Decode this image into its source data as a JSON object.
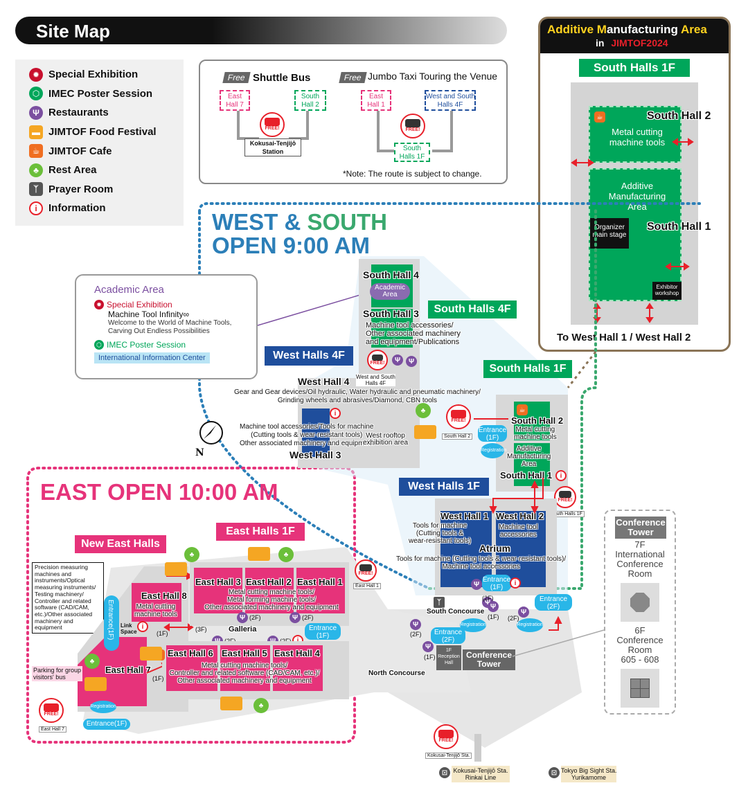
{
  "title": "Site Map",
  "legend": [
    {
      "label": "Special Exhibition",
      "icon": "special-exhibition-icon",
      "color": "#c8102e"
    },
    {
      "label": "IMEC Poster Session",
      "icon": "imec-poster-icon",
      "color": "#00a65a"
    },
    {
      "label": "Restaurants",
      "icon": "restaurant-icon",
      "color": "#7b4fa0"
    },
    {
      "label": "JIMTOF Food Festival",
      "icon": "food-truck-icon",
      "color": "#f5a623"
    },
    {
      "label": "JIMTOF Cafe",
      "icon": "cafe-icon",
      "color": "#f06e21"
    },
    {
      "label": "Rest Area",
      "icon": "rest-area-icon",
      "color": "#6bbf3a"
    },
    {
      "label": "Prayer Room",
      "icon": "prayer-room-icon",
      "color": "#555555"
    },
    {
      "label": "Information",
      "icon": "information-icon",
      "color": "#e8202a"
    }
  ],
  "shuttle": {
    "free": "Free",
    "bus_title": "Shuttle Bus",
    "taxi_title": "Jumbo Taxi Touring the Venue",
    "east_hall7": "East\nHall 7",
    "south_hall2": "South\nHall 2",
    "station": "Kokusai-Tenjijō\nStation",
    "taxi_east_hall1": "East\nHall 1",
    "taxi_west_south": "West and South\nHalls 4F",
    "taxi_south_1f": "South\nHalls 1F",
    "free_badge": "FREE!",
    "note": "*Note: The route is subject to change."
  },
  "am": {
    "title_a": "Additive ",
    "title_b": "M",
    "title_c": "anufacturing ",
    "title_d": "Area",
    "in": "in",
    "event": "JIMTOF2024",
    "floor": "South Halls 1F",
    "hall2": "South Hall 2",
    "metal": "Metal cutting\nmachine tools",
    "additive": "Additive\nManufacturing\nArea",
    "stage": "Organizer\nmain stage",
    "hall1": "South Hall 1",
    "workshop": "Exhibitor\nworkshop",
    "to_west": "To West Hall 1 / West Hall 2"
  },
  "west_south": {
    "line1_a": "WEST",
    "line1_b": " & ",
    "line1_c": "SOUTH",
    "line2": "OPEN 9:00 AM"
  },
  "academic": {
    "title": "Academic Area",
    "special": "Special Exhibition",
    "infinity": "Machine Tool Infinity∞",
    "desc": "Welcome to the World of Machine Tools,\nCarving Out Endless Possibilities",
    "imec": "IMEC Poster Session",
    "intl": "International Information Center"
  },
  "map": {
    "south_hall4": "South Hall 4",
    "academic_area": "Academic\nArea",
    "south_hall3": "South Hall 3",
    "south_hall3_desc": "Machine tool accessories/\nOther associated machinery\nand equipment/Publications",
    "south_halls_4f": "South Halls 4F",
    "west_halls_4f": "West Halls 4F",
    "west_south_4f": "West and South\nHalls 4F",
    "west_hall4": "West Hall 4",
    "west_hall4_desc": "Gear and Gear devices/Oil hydraulic, Water hydraulic and pneumatic machinery/\nGrinding wheels and abrasives/Diamond, CBN tools",
    "west_hall3_desc": "Machine tool accessories/Tools for machine\n(Cutting tools & wear-resistant tools)\nOther associated machinery and equipment",
    "west_rooftop": "West rooftop\nexhibition area",
    "west_hall3": "West Hall 3",
    "south_halls_1f": "South Halls 1F",
    "south_hall2_map": "South Hall 2",
    "south_hall2_desc": "Metal cutting\nmachine tools",
    "entrance_1f_s": "Entrance\n(1F)",
    "registration": "Registration",
    "additive_map": "Additive\nManufacturing\nArea",
    "south_hall1_map": "South Hall 1",
    "south_hall2_bus": "South Hall 2",
    "south_halls_1f_bus": "South Halls 1F",
    "west_halls_1f": "West Halls 1F",
    "west_hall1": "West Hall 1",
    "west_hall2": "West Hall 2",
    "west_hall1_desc": "Tools for machine\n(Cutting tools &\nwear-resistant tools)",
    "west_hall2_desc": "Machine tool\naccessories",
    "atrium": "Atrium",
    "atrium_desc": "Tools for machine (Cutting tools & wear-resistant tools)/\nMachine tool accessories",
    "entrance_1f_w": "Entrance\n(1F)",
    "south_concourse": "South Concourse",
    "entrance_2f_a": "Entrance\n(2F)",
    "entrance_2f_b": "Entrance\n(2F)",
    "reception": "1F\nReception\nHall",
    "conf_tower": "Conference\nTower",
    "north_concourse": "North Concourse",
    "f1": "(1F)",
    "f2": "(2F)",
    "f3": "(3F)",
    "east_open": "EAST OPEN 10:00 AM",
    "new_east": "New East Halls",
    "east_halls_1f": "East Halls 1F",
    "precision": "Precision measuring\nmachines and\ninstruments/Optical\nmeasuring instruments/\nTesting machinery/\nController and related\nsoftware (CAD/CAM,\netc.)/Other associated\nmachinery and\nequipment",
    "east_hall8": "East Hall 8",
    "east_hall8_desc": "Metal cutting\nmachine tools",
    "entrance_1f_e": "Entrance(1F)",
    "link_space": "Link\nSpace",
    "east_hall3": "East Hall 3",
    "east_hall2": "East Hall 2",
    "east_hall1": "East Hall 1",
    "east_123_desc": "Metal cutting machine tools/\nMetal forming machine tools/\nOther associated machinery and equipment",
    "galleria": "Galleria",
    "entrance_1f_g": "Entrance\n(1F)",
    "east_hall1_bus": "East Hall 1",
    "east_hall6": "East Hall 6",
    "east_hall5": "East Hall 5",
    "east_hall4": "East Hall 4",
    "east_456_desc": "Metal cutting machine tools/\nController and related software (CAD/CAM, etc.)/\nOther associated machinery and equipment",
    "east_hall7": "East Hall 7",
    "parking": "Parking for group\nvisitors' bus",
    "east_hall7_bus": "East Hall 7",
    "entrance_1f_e7": "Entrance(1F)",
    "kokusai_bus": "Kokusai-Tenjijō Sta.",
    "kokusai_sta": "Kokusai-Tenjijō Sta.\nRinkai Line",
    "tokyo_sta": "Tokyo Big Sight Sta.\nYurikamome",
    "north": "N"
  },
  "conference": {
    "tower": "Conference\nTower",
    "f7": "7F\nInternational\nConference\nRoom",
    "f6": "6F\nConference\nRoom\n605 - 608"
  },
  "colors": {
    "green": "#00a65a",
    "blue": "#1f4e9c",
    "pink": "#e6337a",
    "red": "#e8202a",
    "cyan": "#29b6e8"
  }
}
